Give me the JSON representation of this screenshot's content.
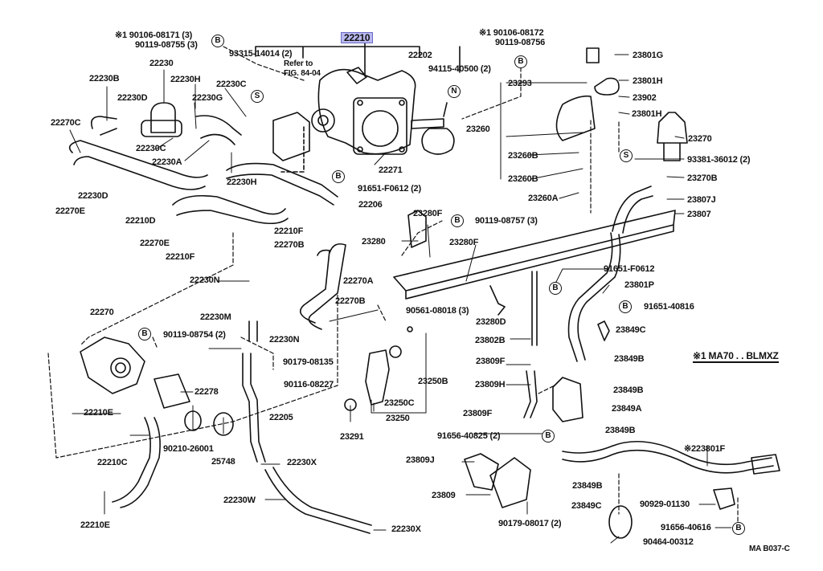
{
  "diagram": {
    "title_part": "22210",
    "figure_code": "MA B037-C",
    "note": "※1 MA70 . . BLMXZ",
    "refer_to": [
      "Refer to",
      "FIG. 84-04"
    ],
    "colors": {
      "highlight": "#b9b9ef",
      "ink": "#111111"
    },
    "labels": {
      "note1_left_a": "※1  90106-08171 (3)",
      "note1_left_b": "90119-08755 (3)",
      "p93315": "93315-14014 (2)",
      "p22202": "22202",
      "p94115": "94115-40500 (2)",
      "note1_right_a": "※1  90106-08172",
      "note1_right_b": "90119-08756",
      "p22230": "22230",
      "p22230B": "22230B",
      "p22230H_a": "22230H",
      "p22230C_a": "22230C",
      "p22230D_a": "22230D",
      "p22230G": "22230G",
      "p22270C": "22270C",
      "p22230C_b": "22230C",
      "p22230A": "22230A",
      "p22230H_b": "22230H",
      "p22271": "22271",
      "p23293": "23293",
      "p23260": "23260",
      "p23260B_a": "23260B",
      "p23260B_b": "23260B",
      "p23260A": "23260A",
      "p23801G": "23801G",
      "p23801H_a": "23801H",
      "p23902": "23902",
      "p23801H_b": "23801H",
      "p23270": "23270",
      "p93381": "93381-36012 (2)",
      "p23270B": "23270B",
      "p23807J": "23807J",
      "p23807": "23807",
      "p22230D_b": "22230D",
      "p22270E_a": "22270E",
      "p91651F_a": "91651-F0612 (2)",
      "p22206": "22206",
      "p22210D": "22210D",
      "p22210F_a": "22210F",
      "p22270E_b": "22270E",
      "p22270B_a": "22270B",
      "p22210F_b": "22210F",
      "p23280F_a": "23280F",
      "p90119_8757": "90119-08757 (3)",
      "p23280": "23280",
      "p23280F_b": "23280F",
      "p91651F_b": "91651-F0612",
      "p23801P": "23801P",
      "p91651_40816": "91651-40816",
      "p22230N_a": "22230N",
      "p22270A": "22270A",
      "p22270B_b": "22270B",
      "p90561": "90561-08018 (3)",
      "p23280D": "23280D",
      "p23849C_a": "23849C",
      "p22270": "22270",
      "p22230M": "22230M",
      "p90119_8754": "90119-08754 (2)",
      "p22230N_b": "22230N",
      "p23802B": "23802B",
      "p23849B_a": "23849B",
      "p90179_8135": "90179-08135",
      "p23809F_a": "23809F",
      "p23250B": "23250B",
      "p90116": "90116-08227",
      "p22278": "22278",
      "p23809H": "23809H",
      "p23849B_b": "23849B",
      "p23849A": "23849A",
      "p22210E_a": "22210E",
      "p22205": "22205",
      "p23250C": "23250C",
      "p23809F_b": "23809F",
      "p23849B_c": "23849B",
      "p90210": "90210-26001",
      "p25748": "25748",
      "p23291": "23291",
      "p23250": "23250",
      "p91656_40825": "91656-40825 (2)",
      "p23801F": "※223801F",
      "p22210C": "22210C",
      "p22230X_a": "22230X",
      "p23809J": "23809J",
      "p23849B_d": "23849B",
      "p23809": "23809",
      "p90929": "90929-01130",
      "p22230W": "22230W",
      "p23849C_b": "23849C",
      "p91656_40616": "91656-40616",
      "p22210E_b": "22210E",
      "p22230X_b": "22230X",
      "p90179_8017": "90179-08017 (2)",
      "p90464": "90464-00312"
    },
    "symbols": {
      "bolt_grade": "B",
      "sealant": "S",
      "nut_grade": "N"
    }
  }
}
